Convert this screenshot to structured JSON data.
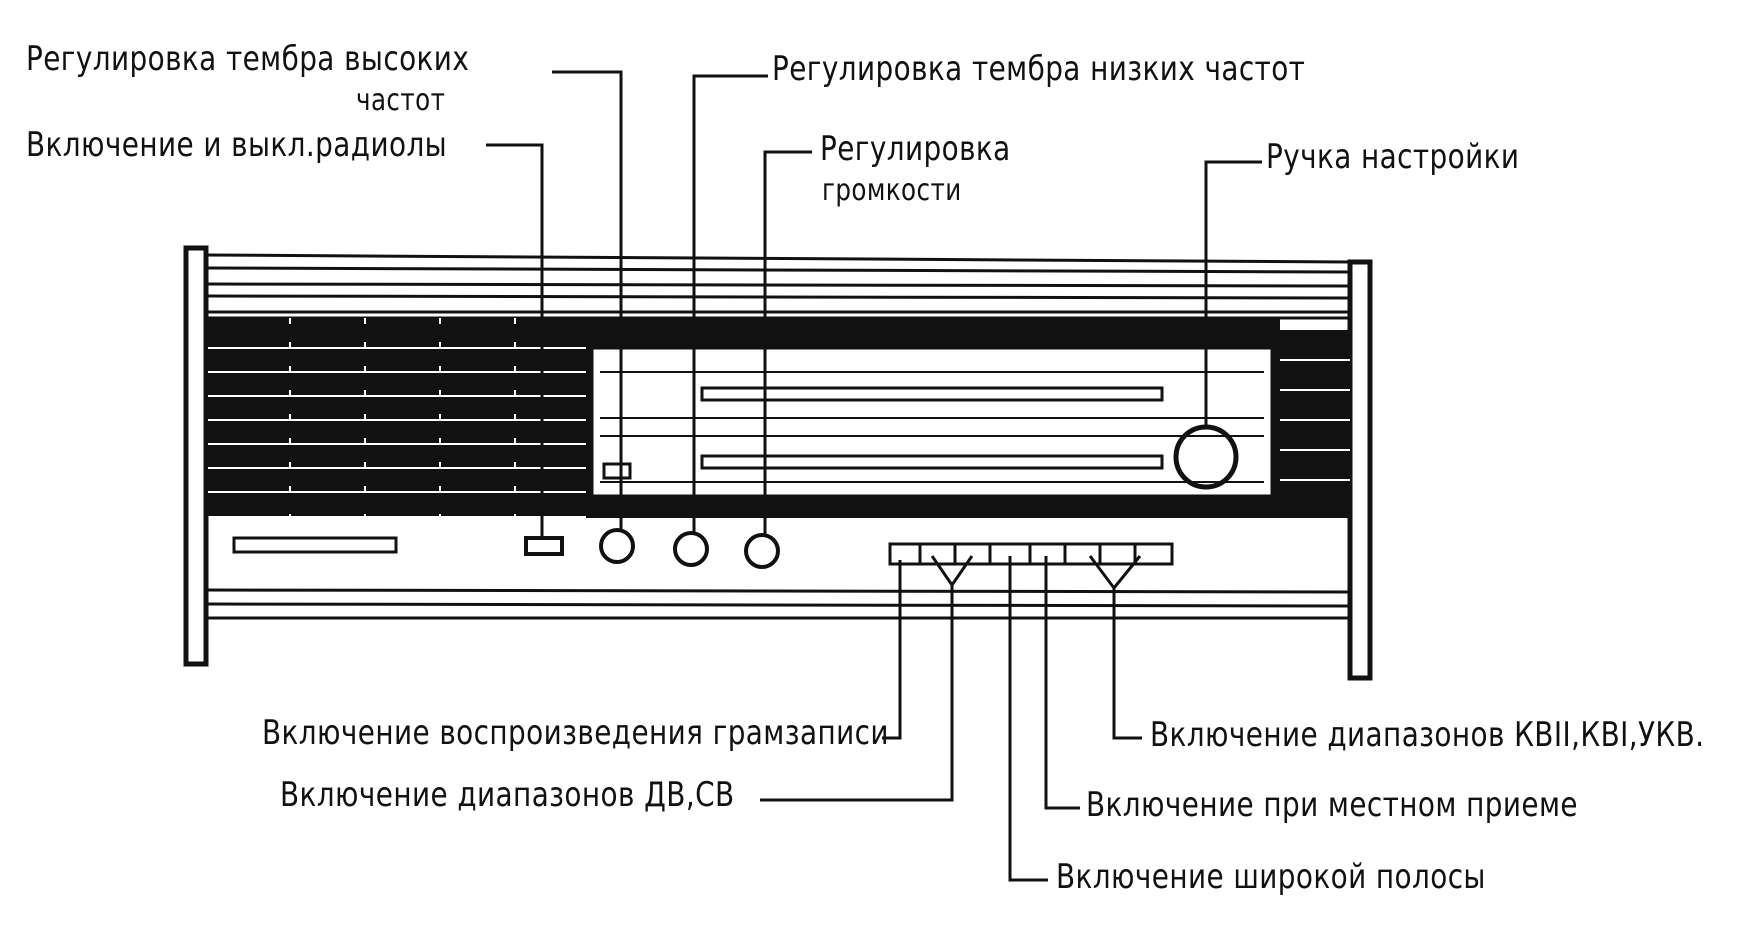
{
  "diagram": {
    "labels": {
      "treble": "Регулировка тембра высоких",
      "treble_line2": "частот",
      "power": "Включение и выкл.радиолы",
      "bass": "Регулировка тембра низких частот",
      "volume": "Регулировка",
      "volume_line2": "громкости",
      "tuning": "Ручка настройки",
      "phono": "Включение воспроизведения грамзаписи",
      "lw_mw": "Включение диапазонов ДВ,СВ",
      "kv_ukv": "Включение диапазонов КВII,КВI,УКВ.",
      "local": "Включение при местном приеме",
      "wideband": "Включение широкой полосы"
    }
  }
}
